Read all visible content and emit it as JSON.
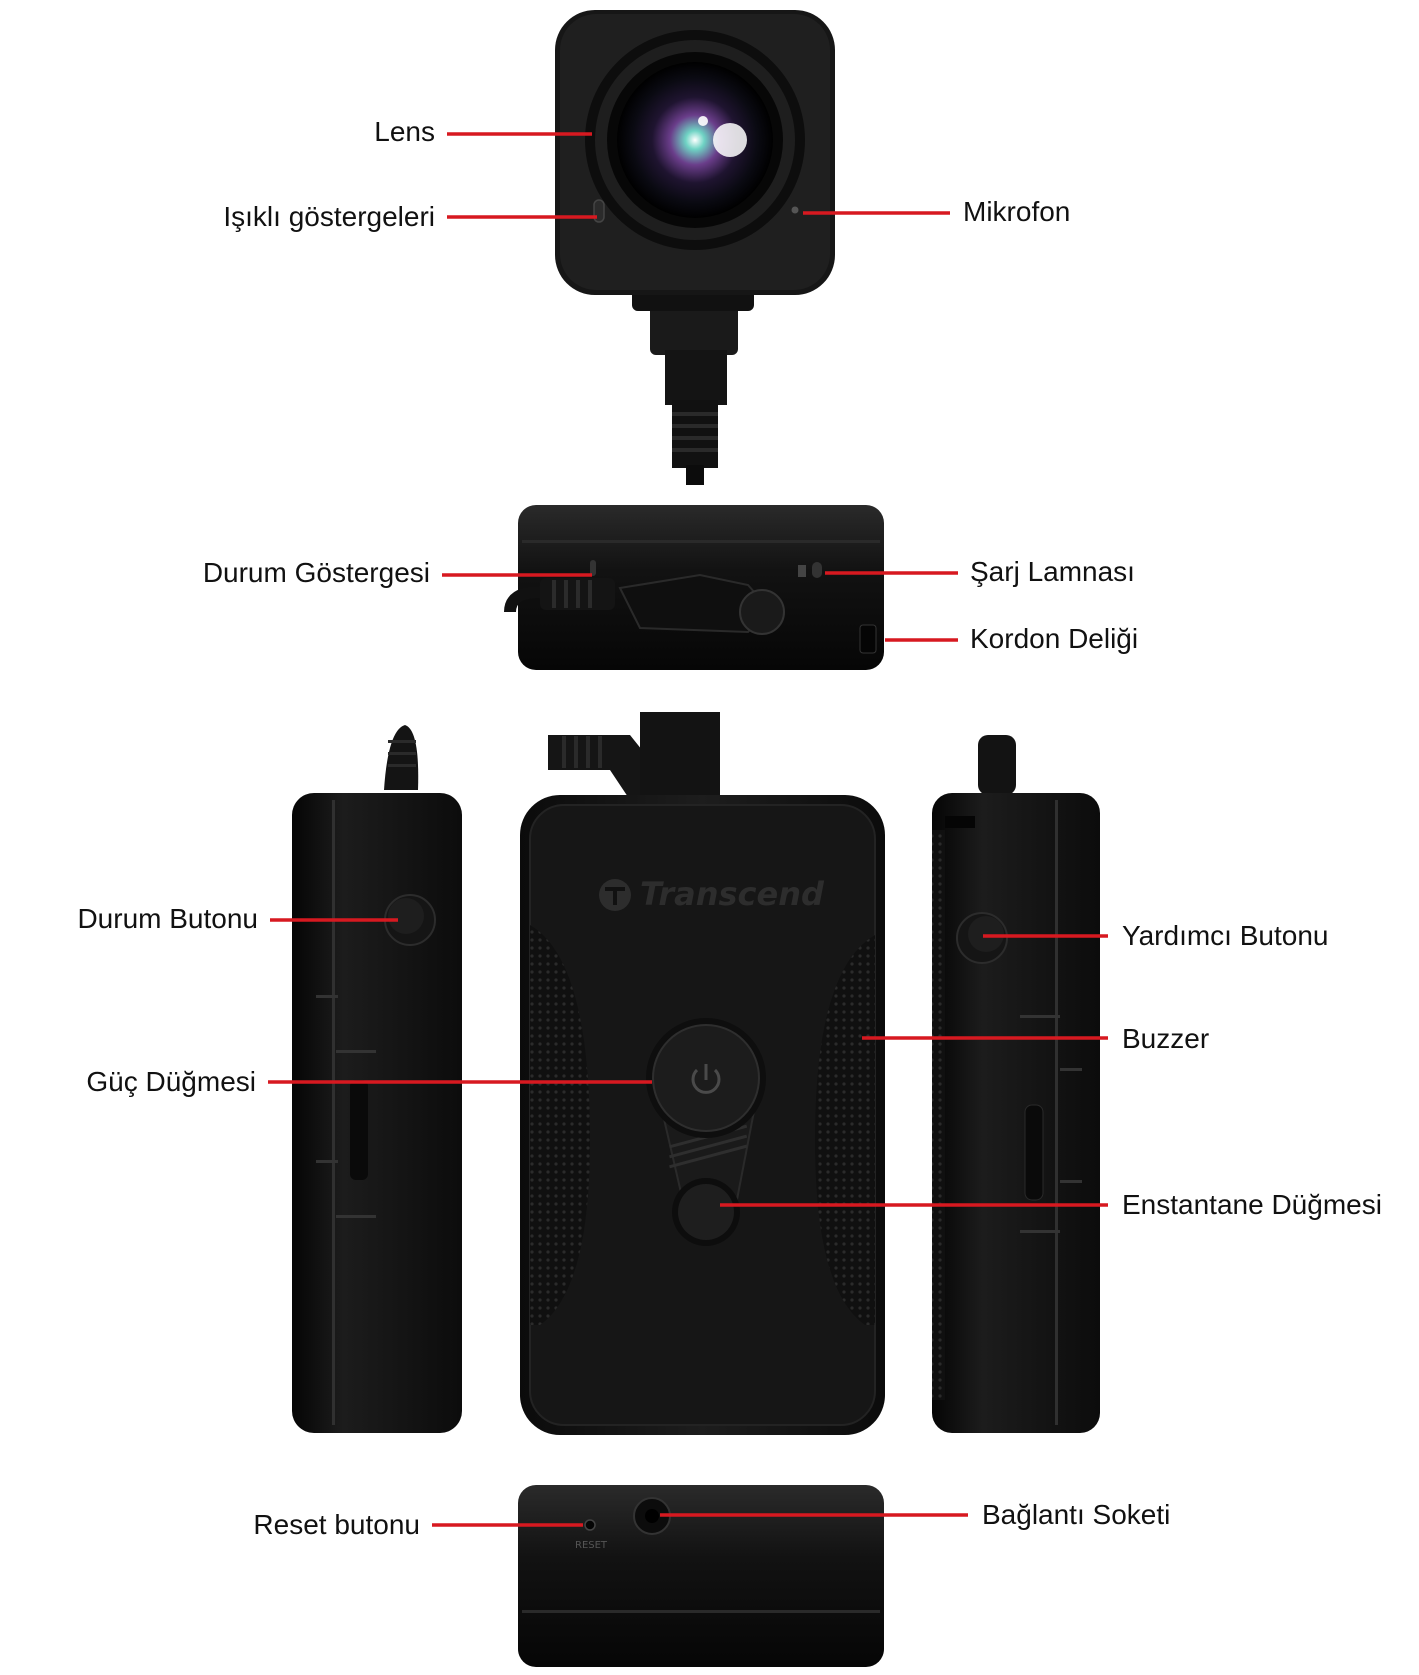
{
  "colors": {
    "leader": "#d71920",
    "body": "#141414",
    "body_edge": "#2a2a2a",
    "text": "#111111"
  },
  "brand": "Transcend",
  "icons": [
    "power-icon",
    "transcend-logo-icon"
  ],
  "camera_head": {
    "labels": {
      "lens": "Lens",
      "indicators": "Işıklı göstergeleri",
      "mic": "Mikrofon"
    }
  },
  "top_view": {
    "labels": {
      "status_led": "Durum Göstergesi",
      "charge_led": "Şarj Lamnası",
      "lanyard": "Kordon Deliği"
    }
  },
  "front_view": {
    "labels": {
      "status_button": "Durum Butonu",
      "power_button": "Güç Düğmesi",
      "assist_button": "Yardımcı Butonu",
      "buzzer": "Buzzer",
      "snapshot_button": "Enstantane Düğmesi"
    }
  },
  "bottom_view": {
    "labels": {
      "reset": "Reset butonu",
      "socket": "Bağlantı Soketi"
    },
    "reset_imprint": "RESET"
  }
}
